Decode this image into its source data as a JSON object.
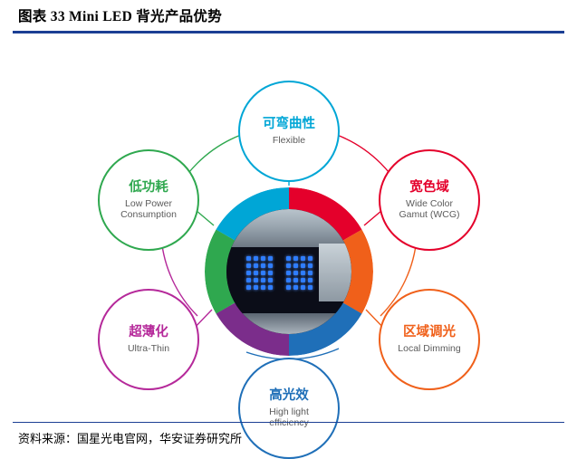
{
  "header": {
    "title": "图表 33 Mini LED 背光产品优势",
    "rule_color": "#1b3f94"
  },
  "footer": {
    "source": "资料来源：国星光电官网，华安证券研究所"
  },
  "diagram": {
    "type": "hub-and-spoke",
    "center": {
      "label": "mini-led-backlight-photo",
      "ring_colors": [
        "#e4002b",
        "#f0601a",
        "#1f6fb8",
        "#7b2d8b",
        "#2fa84f",
        "#00a6d6"
      ]
    },
    "nodes": [
      {
        "id": "flexible",
        "cn": "可弯曲性",
        "en": "Flexible",
        "color": "#00a6d6",
        "position": "top"
      },
      {
        "id": "wide-color-gamut",
        "cn": "宽色域",
        "en": "Wide Color\nGamut (WCG)",
        "en_line1": "Wide Color",
        "en_line2": "Gamut (WCG)",
        "color": "#e4002b",
        "position": "top-right"
      },
      {
        "id": "local-dimming",
        "cn": "区域调光",
        "en": "Local Dimming",
        "color": "#f0601a",
        "position": "bottom-right"
      },
      {
        "id": "high-light-efficiency",
        "cn": "高光效",
        "en": "High light\nefficiency",
        "en_line1": "High light",
        "en_line2": "efficiency",
        "color": "#1f6fb8",
        "position": "bottom"
      },
      {
        "id": "ultra-thin",
        "cn": "超薄化",
        "en": "Ultra-Thin",
        "color": "#b5299a",
        "position": "bottom-left"
      },
      {
        "id": "low-power-consumption",
        "cn": "低功耗",
        "en": "Low Power\nConsumption",
        "en_line1": "Low Power",
        "en_line2": "Consumption",
        "color": "#2fa84f",
        "position": "top-left"
      }
    ]
  }
}
